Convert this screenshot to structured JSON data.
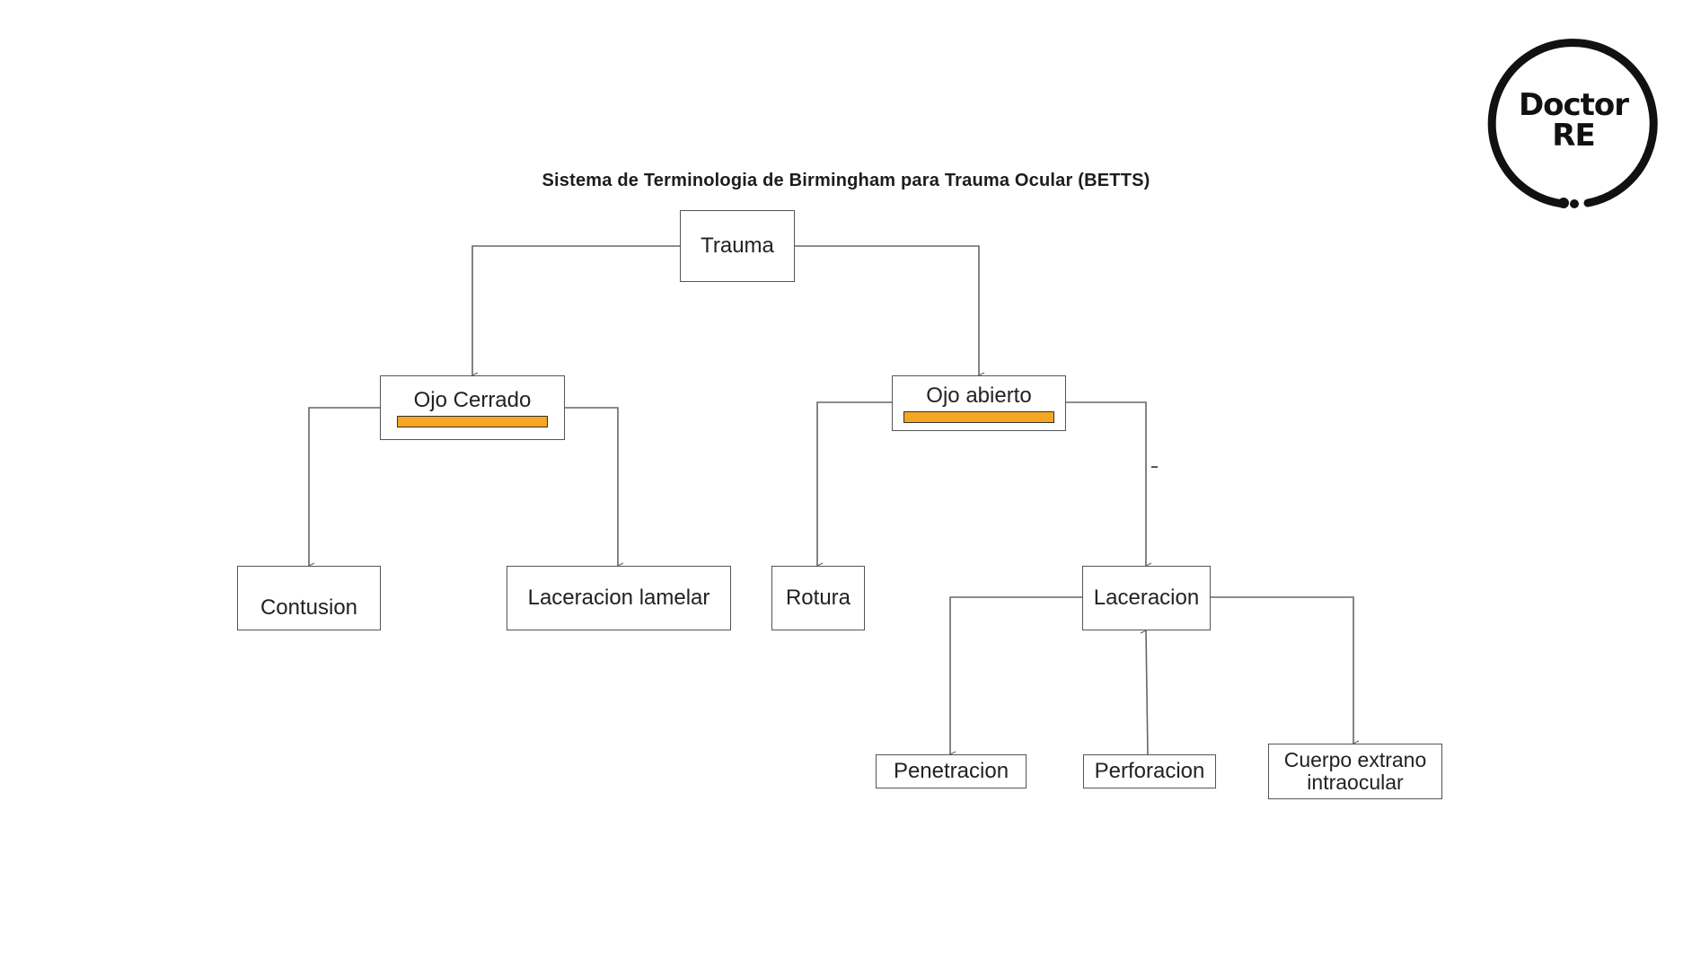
{
  "diagram": {
    "title": "Sistema de Terminologia de Birmingham para Trauma Ocular (BETTS)",
    "nodes": {
      "trauma": "Trauma",
      "ojo_cerrado": "Ojo Cerrado",
      "ojo_abierto": "Ojo abierto",
      "contusion": "Contusion",
      "laceracion_lamelar": "Laceracion lamelar",
      "rotura": "Rotura",
      "laceracion": "Laceracion",
      "penetracion": "Penetracion",
      "perforacion": "Perforacion",
      "cuerpo_extrano_line1": "Cuerpo extrano",
      "cuerpo_extrano_line2": "intraocular"
    },
    "colors": {
      "highlight": "#f5a623",
      "border": "#555555",
      "connector": "#666666"
    }
  },
  "logo": {
    "line1": "Doctor",
    "line2": "RE"
  }
}
